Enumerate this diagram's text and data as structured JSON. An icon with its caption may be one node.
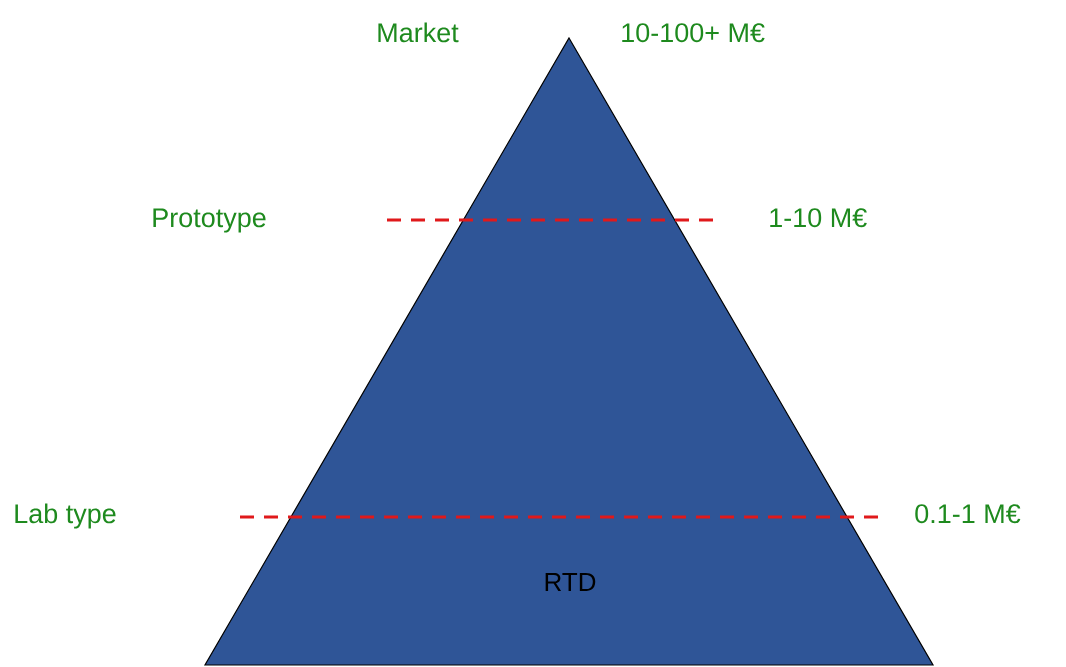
{
  "diagram": {
    "nodes": [
      {
        "text": [
          "RTD"
        ]
      }
    ],
    "labels": [
      "Market",
      "10-100+ M€",
      "Prototype",
      "1-10 M€",
      "Lab type",
      "0.1-1 M€"
    ]
  }
}
